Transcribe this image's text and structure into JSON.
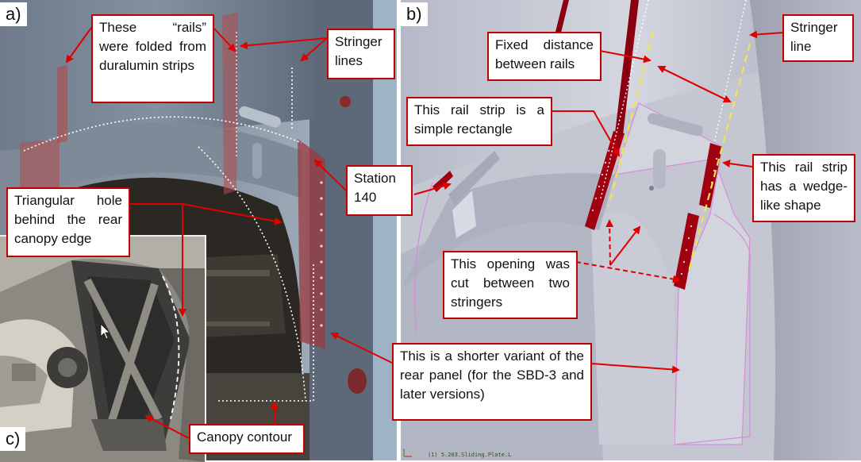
{
  "panels": {
    "a": {
      "label": "a)"
    },
    "b": {
      "label": "b)"
    },
    "c": {
      "label": "c)"
    }
  },
  "callouts": {
    "rails": "These “rails” were folded from duralumin strips",
    "stringer_lines": "Stringer lines",
    "station": "Station 140",
    "triangular_hole": "Triangular hole behind the rear canopy edge",
    "canopy_contour": "Canopy contour",
    "fixed_distance": "Fixed distance between rails",
    "stringer_line": "Stringer line",
    "rail_rectangle": "This rail strip is a simple rectangle",
    "rail_wedge": "This rail strip has a wedge-like shape",
    "opening": "This opening was cut between two stringers",
    "shorter_variant": "This is a shorter variant of the rear panel (for the SBD-3 and later versions)"
  },
  "viewport_caption": "(1) 5.203.Sliding.Plate.L",
  "colors": {
    "callout_border": "#c00000",
    "arrow": "#e00000",
    "guide_dashes": "#f2e64a",
    "outline": "#d88cd8"
  }
}
